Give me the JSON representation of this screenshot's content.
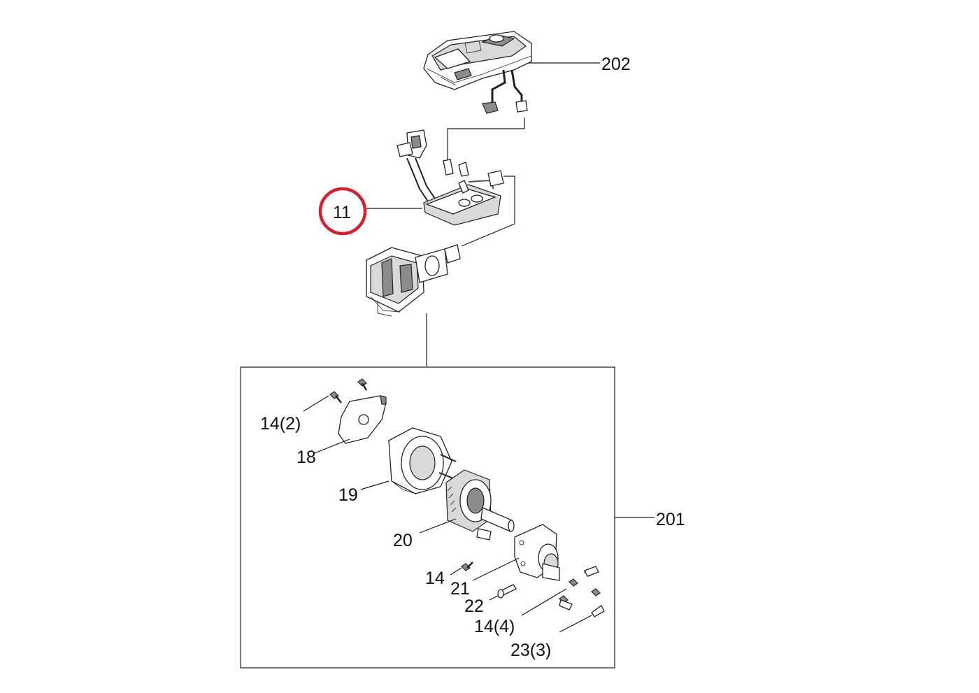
{
  "labels": {
    "l202": "202",
    "l11": "11",
    "l201": "201",
    "l14_2": "14(2)",
    "l18": "18",
    "l19": "19",
    "l20": "20",
    "l14": "14",
    "l21": "21",
    "l22": "22",
    "l14_4": "14(4)",
    "l23_3": "23(3)"
  },
  "highlight": {
    "target": "11",
    "color": "#d3202a"
  },
  "icons": [
    "control-panel-icon",
    "circuit-board-icon",
    "motor-assembly-icon",
    "screw-icon",
    "bracket-icon",
    "stator-icon",
    "rotor-icon",
    "end-cap-icon",
    "bolt-icon"
  ]
}
